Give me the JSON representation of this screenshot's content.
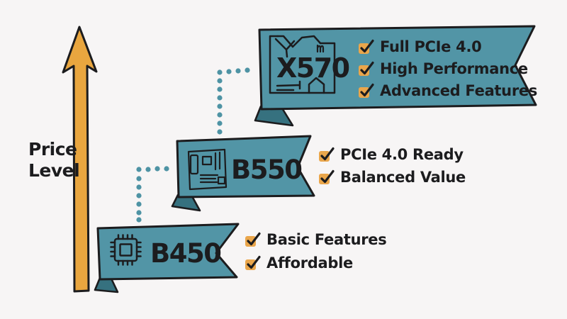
{
  "price_axis": {
    "label": "Price Level",
    "icon": "up-arrow-icon"
  },
  "tiers": [
    {
      "chipset": "X570",
      "icon": "motherboard-icon",
      "features": [
        "Full PCIe 4.0",
        "High Performance",
        "Advanced Features"
      ]
    },
    {
      "chipset": "B550",
      "icon": "motherboard-icon",
      "features": [
        "PCIe 4.0 Ready",
        "Balanced Value"
      ]
    },
    {
      "chipset": "B450",
      "icon": "cpu-chip-icon",
      "features": [
        "Basic Features",
        "Affordable"
      ]
    }
  ],
  "icons": {
    "feature_bullet": "check-icon",
    "connectors": "dotted-line"
  },
  "colors": {
    "background": "#F7F5F5",
    "banner_teal": "#5295A6",
    "fold_teal": "#36717F",
    "arrow_orange": "#E9A63F",
    "check_orange": "#EAA64B",
    "dot_teal": "#4E93A4",
    "outline": "#1C1C1E",
    "text": "#1C1C1E"
  }
}
